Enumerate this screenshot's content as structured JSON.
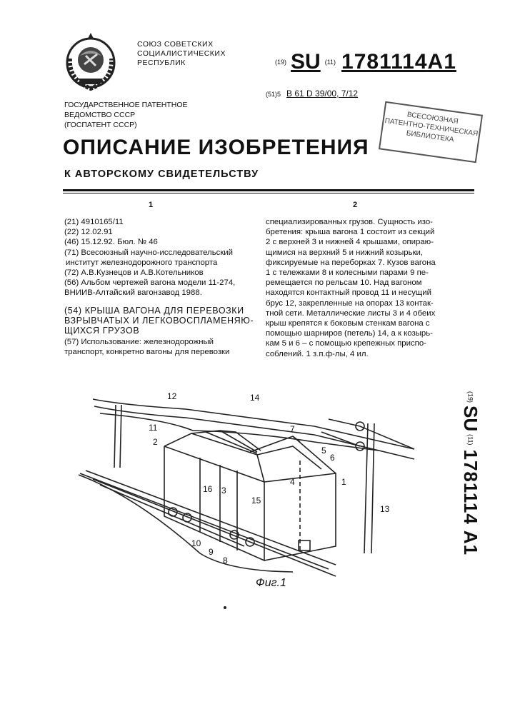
{
  "header": {
    "union_lines": [
      "СОЮЗ СОВЕТСКИХ",
      "СОЦИАЛИСТИЧЕСКИХ",
      "РЕСПУБЛИК"
    ],
    "country_code_label": "(19)",
    "country": "SU",
    "number_code_label": "(11)",
    "patent_number": "1781114",
    "kind": "A1",
    "ipc_code_label": "(51)5",
    "ipc": "B 61 D 39/00, 7/12",
    "office_lines": [
      "ГОСУДАРСТВЕННОЕ ПАТЕНТНОЕ",
      "ВЕДОМСТВО СССР",
      "(ГОСПАТЕНТ СССР)"
    ],
    "stamp_lines": [
      "ВСЕСОЮЗНАЯ",
      "ПАТЕНТНО-ТЕХНИЧЕСКАЯ",
      "БИБЛИОТЕКА"
    ],
    "title": "ОПИСАНИЕ ИЗОБРЕТЕНИЯ",
    "subtitle": "К АВТОРСКОМУ СВИДЕТЕЛЬСТВУ"
  },
  "columns": {
    "left_no": "1",
    "right_no": "2"
  },
  "biblio": [
    "(21) 4910165/11",
    "(22) 12.02.91",
    "(46) 15.12.92. Бюл. № 46",
    "(71) Всесоюзный научно-исследовательский",
    "институт железнодорожного транспорта",
    "(72) А.В.Кузнецов и А.В.Котельников",
    "(56) Альбом чертежей вагона модели 11-274,",
    "ВНИИВ-Алтайский вагонзавод 1988."
  ],
  "invention_title": [
    "(54) КРЫША ВАГОНА ДЛЯ ПЕРЕВОЗКИ",
    "ВЗРЫВЧАТЫХ И ЛЕГКОВОСПЛАМЕНЯЮ-",
    "ЩИХСЯ ГРУЗОВ"
  ],
  "usage": [
    "(57) Использование: железнодорожный",
    "транспорт, конкретно вагоны для перевозки"
  ],
  "essence": [
    "специализированных грузов. Сущность изо-",
    "бретения: крыша вагона 1 состоит из секций",
    "2 с верхней 3 и нижней 4 крышами, опираю-",
    "щимися на верхний 5 и нижний козырьки,",
    "фиксируемые на переборках 7. Кузов вагона",
    "1 с тележками 8 и колесными парами 9 пе-",
    "ремещается по рельсам 10. Над вагоном",
    "находятся контактный провод 11 и несущий",
    "брус 12, закрепленные на опорах 13 контак-",
    "тной сети. Металлические листы 3 и 4 обеих",
    "крыш крепятся к боковым стенкам вагона с",
    "помощью шарниров (петель) 14, а к козырь-",
    "кам 5 и 6 – с помощью крепежных приспо-",
    "соблений. 1 з.п.ф-лы, 4 ил."
  ],
  "figure": {
    "caption": "Фиг.1",
    "labels": [
      "12",
      "14",
      "11",
      "2",
      "7",
      "5",
      "6",
      "16",
      "3",
      "4",
      "15",
      "1",
      "13",
      "10",
      "9",
      "8"
    ]
  }
}
